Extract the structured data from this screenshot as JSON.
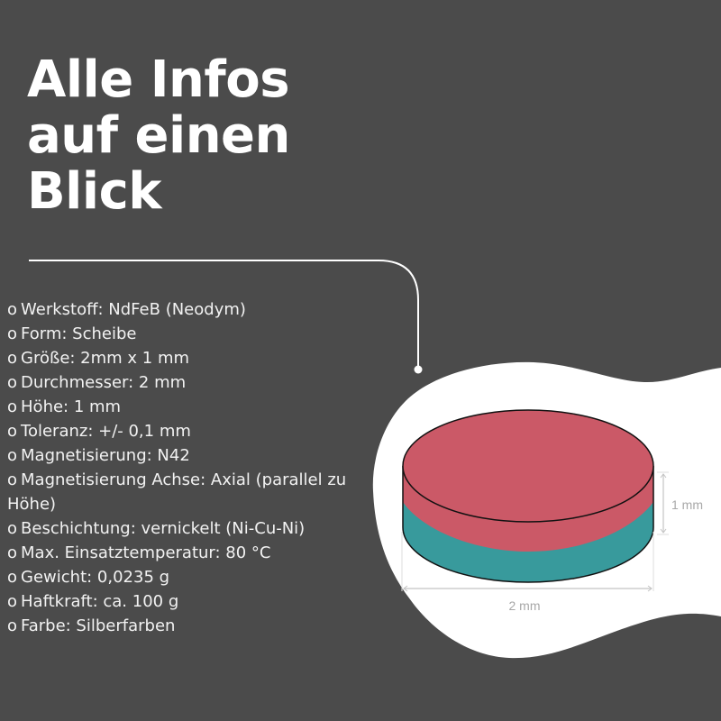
{
  "title": {
    "lines": [
      "Alle Infos",
      "auf einen",
      "Blick"
    ]
  },
  "specs": {
    "bullet": "o",
    "items": [
      "Werkstoff: NdFeB (Neodym)",
      "Form: Scheibe",
      "Größe: 2mm x 1 mm",
      "Durchmesser: 2 mm",
      "Höhe: 1 mm",
      "Toleranz: +/- 0,1 mm",
      "Magnetisierung: N42",
      "Magnetisierung Achse: Axial (parallel zu Höhe)",
      "Beschichtung: vernickelt (Ni-Cu-Ni)",
      "Max. Einsatztemperatur: 80 °C",
      "Gewicht: 0,0235 g",
      "Haftkraft: ca. 100 g",
      "Farbe: Silberfarben"
    ]
  },
  "diagram": {
    "width_label": "2 mm",
    "height_label": "1 mm",
    "colors": {
      "background": "#4b4b4b",
      "blob": "#ffffff",
      "north_pole": "#cb5967",
      "south_pole": "#389a9c",
      "dimension_line": "#c8c8c8"
    }
  }
}
